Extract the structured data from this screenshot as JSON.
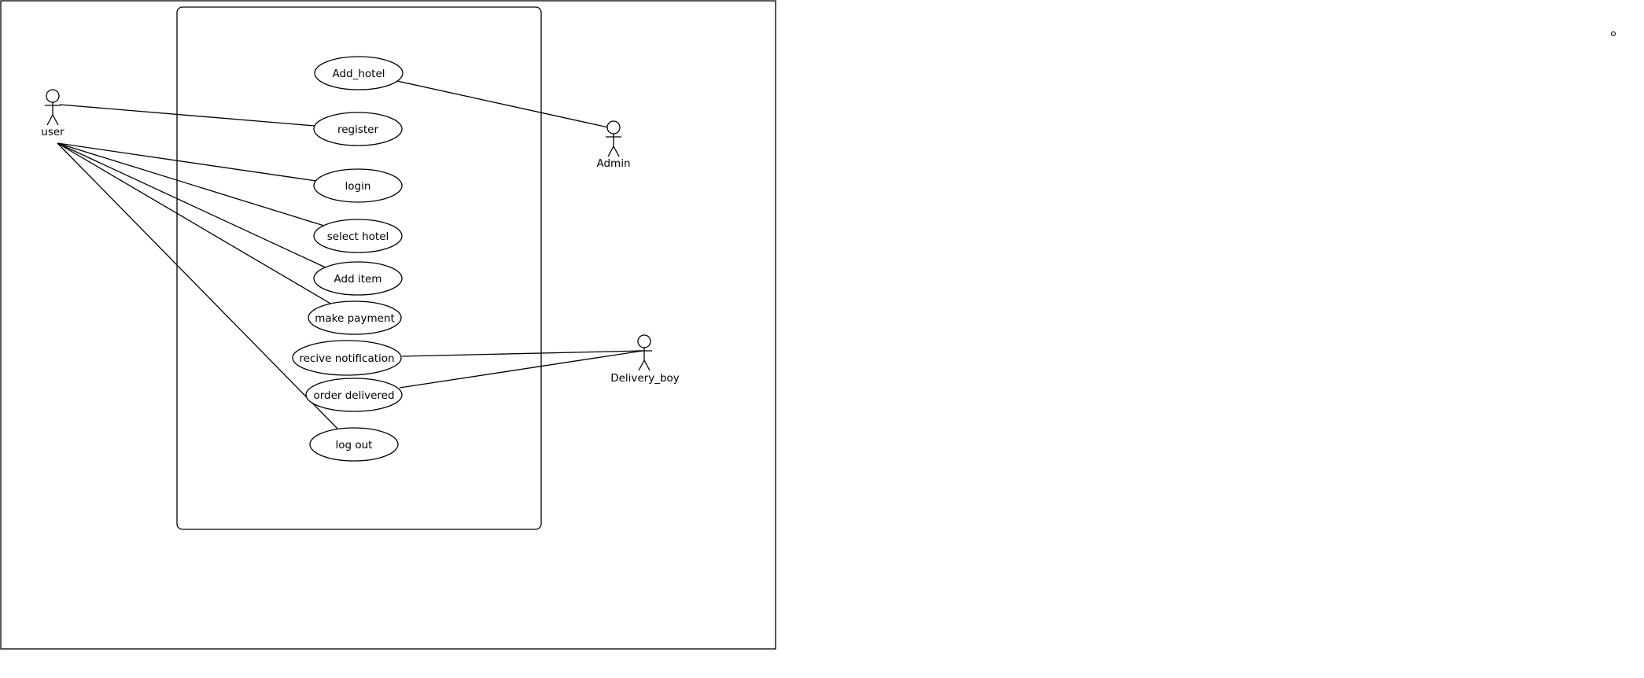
{
  "diagram": {
    "actors": {
      "user": "user",
      "admin": "Admin",
      "delivery": "Delivery_boy"
    },
    "use_cases": {
      "add_hotel": "Add_hotel",
      "register": "register",
      "login": "login",
      "select_hotel": "select hotel",
      "add_item": "Add item",
      "make_payment": "make payment",
      "recive_notification": "recive notification",
      "order_delivered": "order delivered",
      "log_out": "log out"
    }
  }
}
